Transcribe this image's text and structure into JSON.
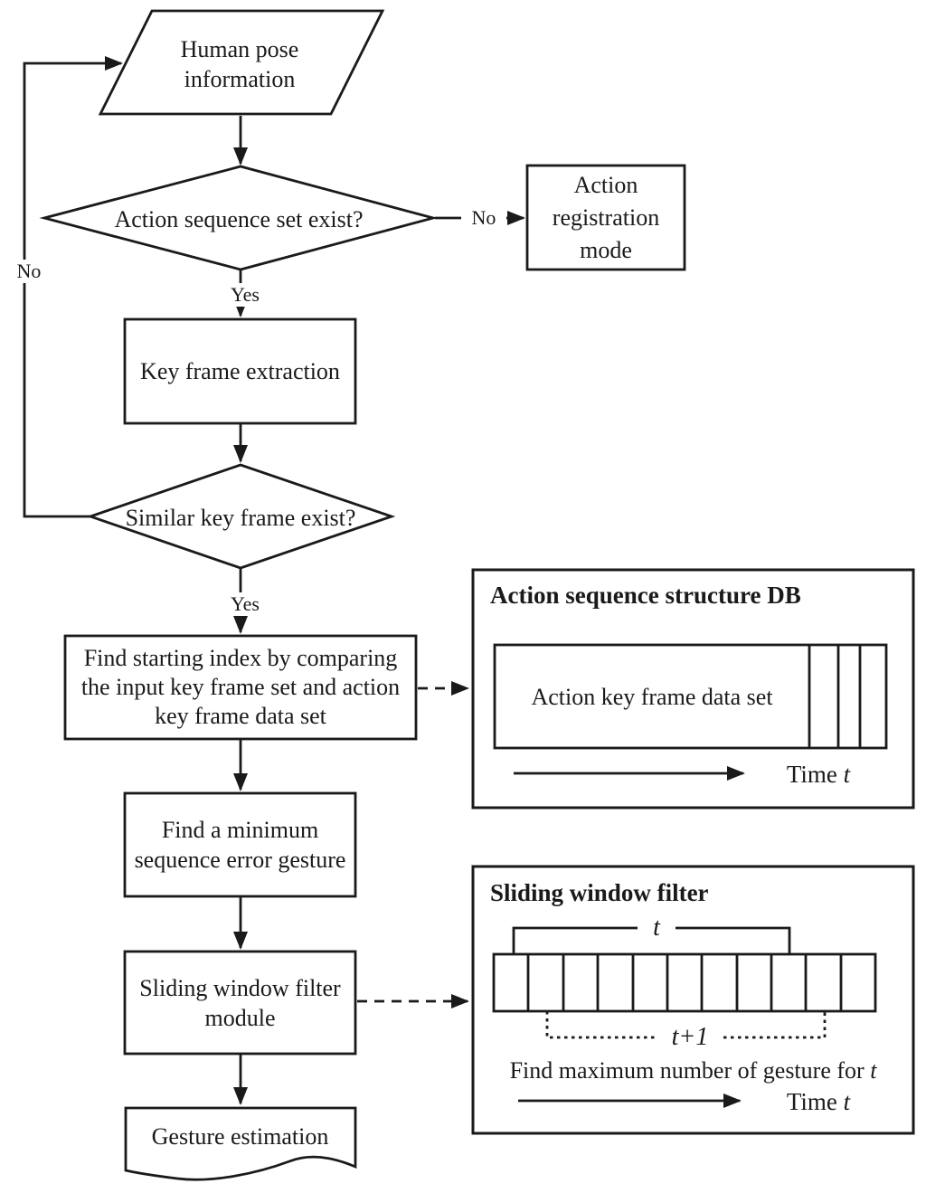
{
  "diagram": {
    "colors": {
      "line": "#1a1a1a",
      "background": "#ffffff"
    },
    "nodes": {
      "human_pose": {
        "lines": [
          "Human pose",
          "information"
        ]
      },
      "decision_action_seq": {
        "label": "Action sequence set exist?"
      },
      "action_registration": {
        "lines": [
          "Action",
          "registration",
          "mode"
        ]
      },
      "key_frame_extraction": {
        "label": "Key frame extraction"
      },
      "decision_similar_key": {
        "label": "Similar key frame exist?"
      },
      "find_starting_index": {
        "lines": [
          "Find starting index by comparing",
          "the input key frame set and action",
          "key frame data set"
        ]
      },
      "find_minimum": {
        "lines": [
          "Find a minimum",
          "sequence error gesture"
        ]
      },
      "sliding_window_module": {
        "lines": [
          "Sliding window filter",
          "module"
        ]
      },
      "gesture_estimation": {
        "label": "Gesture estimation"
      }
    },
    "edge_labels": {
      "no_feedback": "No",
      "no_right": "No",
      "yes_top": "Yes",
      "yes_bottom": "Yes"
    },
    "db_panel": {
      "title": "Action sequence structure DB",
      "dataset_label": "Action key frame data set",
      "time_label": "Time",
      "time_var": "t"
    },
    "sw_panel": {
      "title": "Sliding window filter",
      "t_label": "t",
      "t_plus_label": "t+1",
      "caption": "Find maximum number of gesture for",
      "caption_var": "t",
      "time_label": "Time",
      "time_var": "t"
    }
  }
}
